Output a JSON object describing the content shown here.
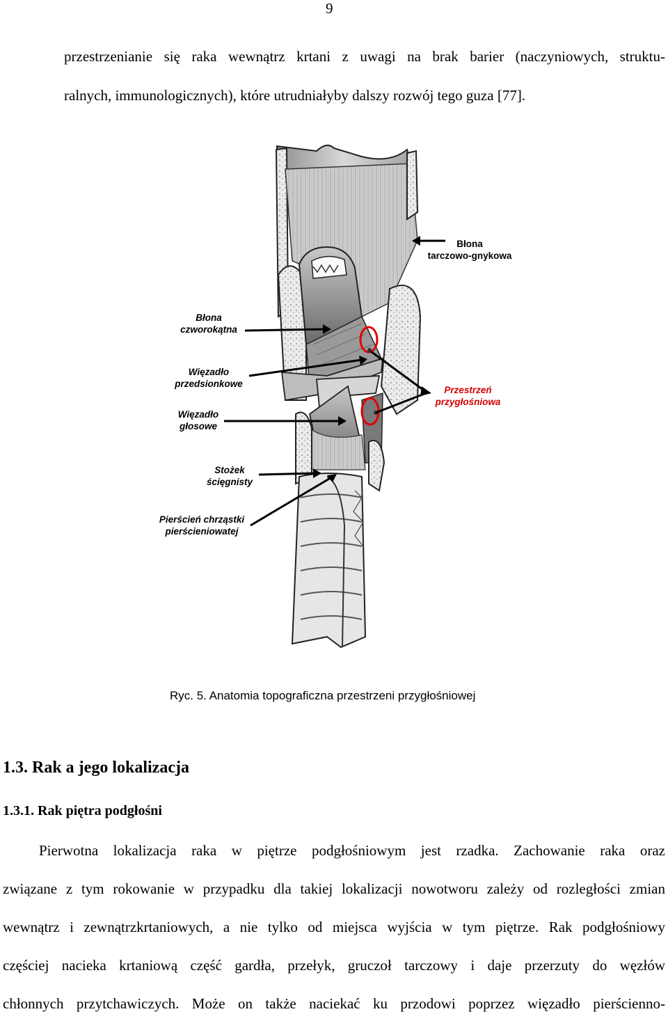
{
  "page_number": "9",
  "intro_lines": [
    "przestrzenianie się raka wewnątrz krtani z uwagi na brak barier (naczyniowych, struktu-",
    "ralnych, immunologicznych), które utrudniałyby dalszy rozwój tego guza [77]."
  ],
  "figure": {
    "labels": {
      "blona_tarczowo_1": "Błona",
      "blona_tarczowo_2": "tarczowo-gnykowa",
      "blona_czworo_1": "Błona",
      "blona_czworo_2": "czworokątna",
      "wiezadlo_przed_1": "Więzadło",
      "wiezadlo_przed_2": "przedsionkowe",
      "przestrzen_1": "Przestrzeń",
      "przestrzen_2": "przygłośniowa",
      "wiezadlo_glos_1": "Więzadło",
      "wiezadlo_glos_2": "głosowe",
      "stozek_1": "Stożek",
      "stozek_2": "ścięgnisty",
      "pierscien_1": "Pierścień chrząstki",
      "pierscien_2": "pierścieniowatej"
    },
    "caption": "Ryc. 5. Anatomia topograficzna przestrzeni przygłośniowej"
  },
  "section_heading": "1.3. Rak a jego lokalizacja",
  "subsection_heading": "1.3.1. Rak piętra podgłośni",
  "paragraph_lines": [
    "Pierwotna lokalizacja raka w piętrze podgłośniowym jest rzadka. Zachowanie raka oraz",
    "związane z tym rokowanie w przypadku dla takiej lokalizacji nowotworu zależy od rozległości zmian",
    "wewnątrz i zewnątrzkrtaniowych, a nie tylko od miejsca wyjścia w tym piętrze. Rak podgłośniowy",
    "częściej nacieka krtaniową część gardła, przełyk, gruczoł tarczowy i daje przerzuty do węzłów",
    "chłonnych przytchawiczych. Może on także naciekać ku przodowi poprzez więzadło pierścienno-"
  ],
  "colors": {
    "label_red": "#d40000",
    "circle_red": "#e00000"
  }
}
